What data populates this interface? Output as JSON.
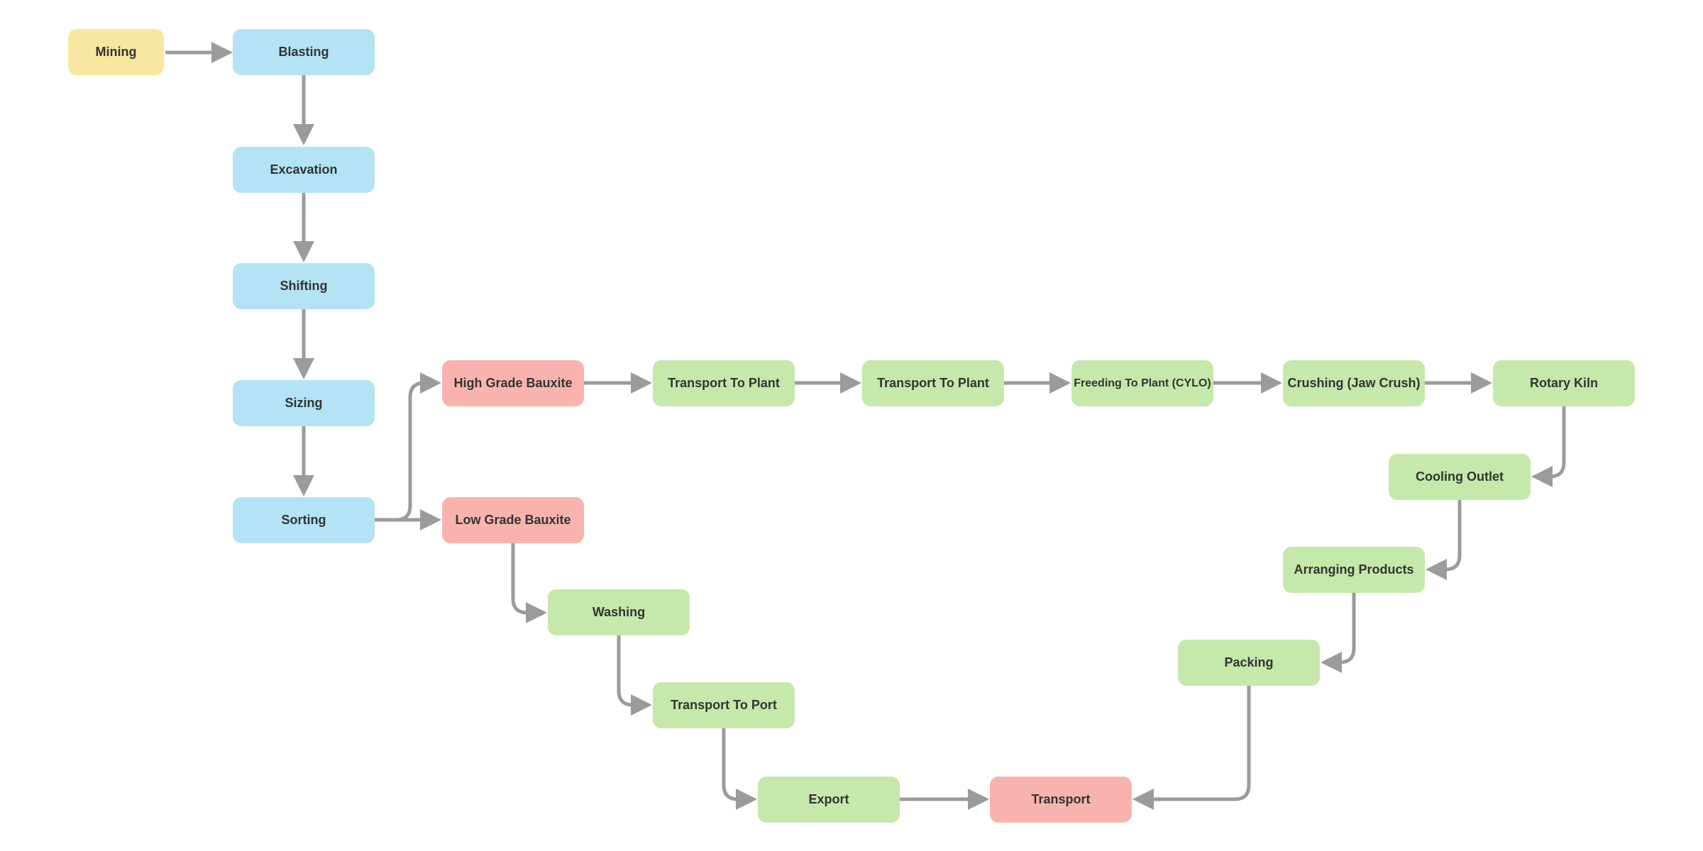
{
  "diagram": {
    "type": "flowchart",
    "nodes": {
      "mining": {
        "label": "Mining",
        "role": "start"
      },
      "blasting": {
        "label": "Blasting",
        "role": "stage"
      },
      "excavation": {
        "label": "Excavation",
        "role": "stage"
      },
      "shifting": {
        "label": "Shifting",
        "role": "stage"
      },
      "sizing": {
        "label": "Sizing",
        "role": "stage"
      },
      "sorting": {
        "label": "Sorting",
        "role": "stage"
      },
      "high_grade_bauxite": {
        "label": "High Grade Bauxite",
        "role": "grade"
      },
      "transport_to_plant_1": {
        "label": "Transport To Plant",
        "role": "step"
      },
      "transport_to_plant_2": {
        "label": "Transport To Plant",
        "role": "step"
      },
      "freeding_to_plant_cylo": {
        "label": "Freeding To Plant (CYLO)",
        "role": "step"
      },
      "crushing_jaw_crush": {
        "label": "Crushing (Jaw Crush)",
        "role": "step"
      },
      "rotary_kiln": {
        "label": "Rotary Kiln",
        "role": "step"
      },
      "cooling_outlet": {
        "label": "Cooling Outlet",
        "role": "step"
      },
      "arranging_products": {
        "label": "Arranging Products",
        "role": "step"
      },
      "packing": {
        "label": "Packing",
        "role": "step"
      },
      "low_grade_bauxite": {
        "label": "Low Grade Bauxite",
        "role": "grade"
      },
      "washing": {
        "label": "Washing",
        "role": "step"
      },
      "transport_to_port": {
        "label": "Transport To Port",
        "role": "step"
      },
      "export": {
        "label": "Export",
        "role": "step"
      },
      "transport": {
        "label": "Transport",
        "role": "grade"
      }
    },
    "edges": [
      {
        "from": "mining",
        "to": "blasting"
      },
      {
        "from": "blasting",
        "to": "excavation"
      },
      {
        "from": "excavation",
        "to": "shifting"
      },
      {
        "from": "shifting",
        "to": "sizing"
      },
      {
        "from": "sizing",
        "to": "sorting"
      },
      {
        "from": "sorting",
        "to": "high_grade_bauxite"
      },
      {
        "from": "sorting",
        "to": "low_grade_bauxite"
      },
      {
        "from": "high_grade_bauxite",
        "to": "transport_to_plant_1"
      },
      {
        "from": "transport_to_plant_1",
        "to": "transport_to_plant_2"
      },
      {
        "from": "transport_to_plant_2",
        "to": "freeding_to_plant_cylo"
      },
      {
        "from": "freeding_to_plant_cylo",
        "to": "crushing_jaw_crush"
      },
      {
        "from": "crushing_jaw_crush",
        "to": "rotary_kiln"
      },
      {
        "from": "rotary_kiln",
        "to": "cooling_outlet"
      },
      {
        "from": "cooling_outlet",
        "to": "arranging_products"
      },
      {
        "from": "arranging_products",
        "to": "packing"
      },
      {
        "from": "packing",
        "to": "transport"
      },
      {
        "from": "low_grade_bauxite",
        "to": "washing"
      },
      {
        "from": "washing",
        "to": "transport_to_port"
      },
      {
        "from": "transport_to_port",
        "to": "export"
      },
      {
        "from": "export",
        "to": "transport"
      }
    ],
    "colors": {
      "start_node": "#F8E7A1",
      "stage_node": "#B3E3F5",
      "step_node": "#C5E8AB",
      "highlight_node": "#F9B3AE",
      "connector": "#9B9B9B",
      "label_text": "#333333",
      "background": "#FFFFFF"
    }
  }
}
